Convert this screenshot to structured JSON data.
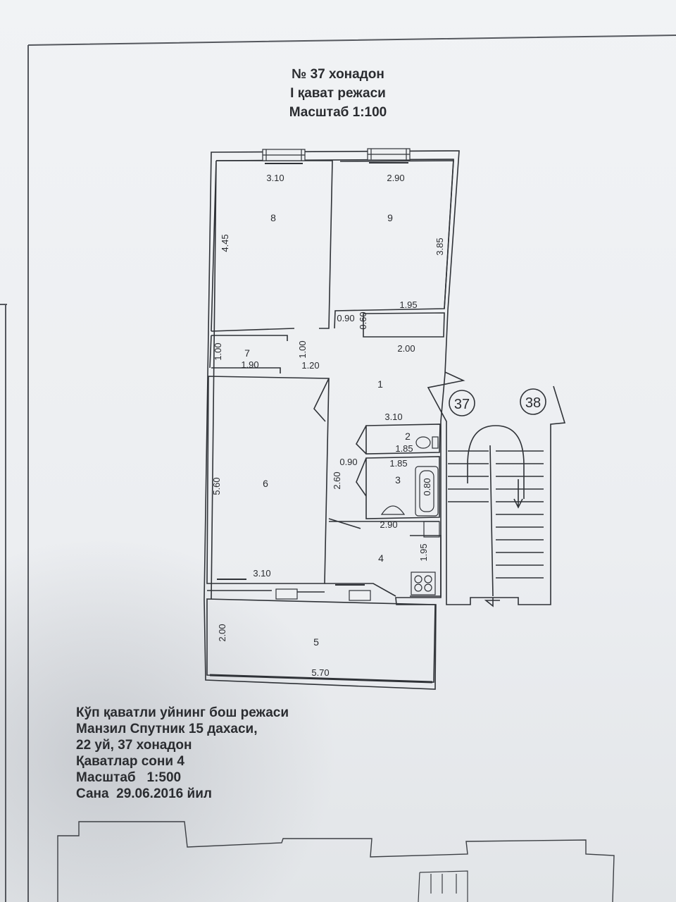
{
  "header": {
    "apartment": "№ 37 хонадон",
    "floor_plan": "I қават режаси",
    "scale": "Масштаб 1:100"
  },
  "rooms": {
    "r1": "1",
    "r2": "2",
    "r3": "3",
    "r4": "4",
    "r5": "5",
    "r6": "6",
    "r7": "7",
    "r8": "8",
    "r9": "9"
  },
  "dimensions": {
    "r8_width": "3.10",
    "r8_length": "4.45",
    "r9_width": "2.90",
    "r9_length": "3.85",
    "closet_width": "1.95",
    "closet_depth": "0.60",
    "door_0_90_top": "0.90",
    "r1_width": "2.00",
    "r1_depth": "1.00",
    "r7_depth": "1.00",
    "r7_width": "1.90",
    "r1_passage": "1.20",
    "r2_upper": "3.10",
    "r2_width": "1.85",
    "r3_width": "1.85",
    "r3_door": "0.90",
    "bath": "0.80",
    "r6_length": "5.60",
    "r6_width": "3.10",
    "r4_side": "2.60",
    "r4_width": "2.90",
    "r4_depth": "1.95",
    "r5_depth": "2.00",
    "r5_length": "5.70"
  },
  "apartments": {
    "left": "37",
    "right": "38"
  },
  "info": {
    "line1": "Кўп қаватли уйнинг бош режаси",
    "line2": "Манзил Спутник 15 дахаси,",
    "line3": "22 уй, 37 хонадон",
    "line4": "Қаватлар сони 4",
    "scale_label": "Масштаб",
    "scale_value": "1:500",
    "date_label": "Сана",
    "date_value": "29.06.2016 йил"
  }
}
